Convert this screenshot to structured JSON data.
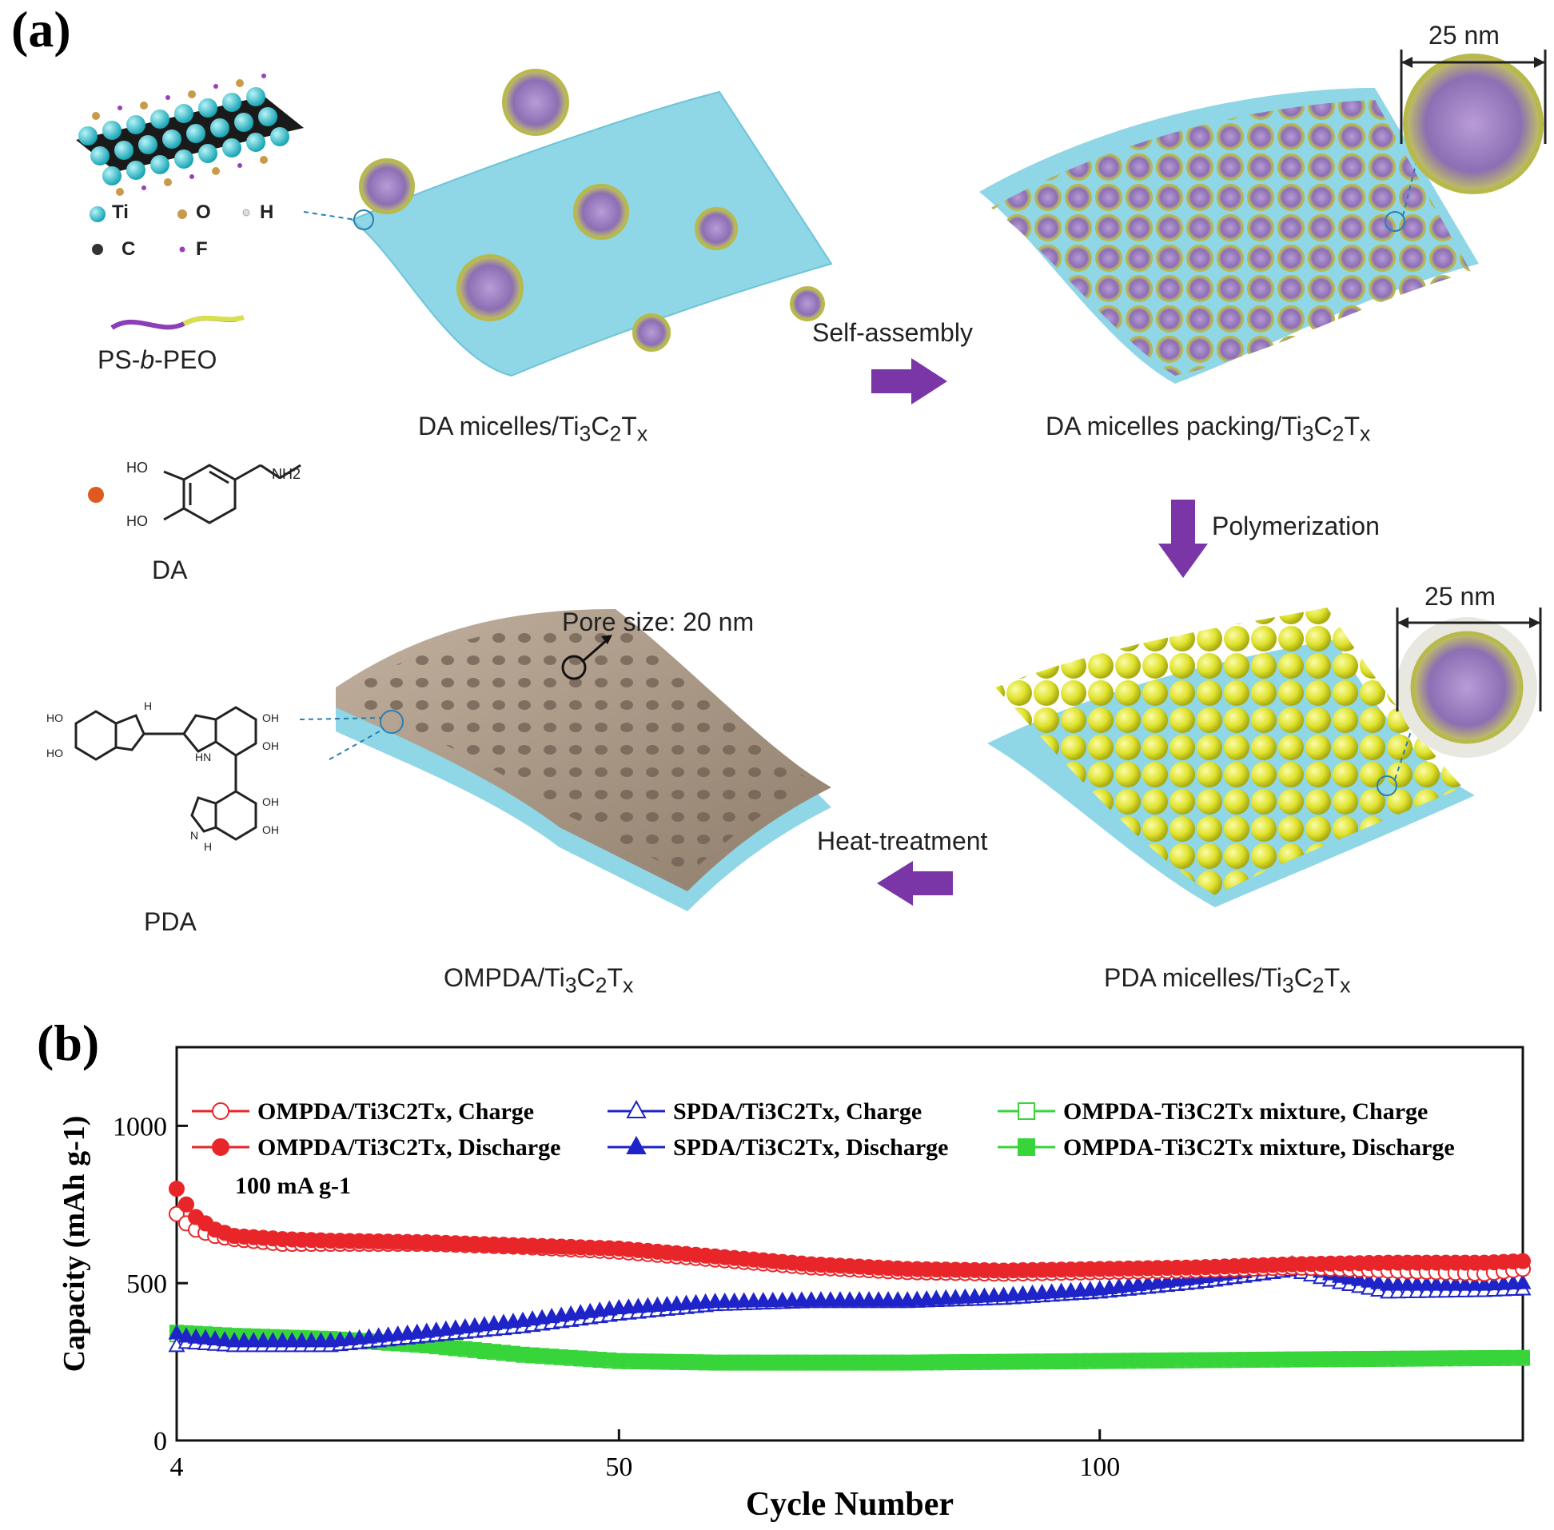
{
  "panel_a": {
    "letter": "(a)",
    "legend": {
      "ti": "Ti",
      "o": "O",
      "h": "H",
      "c": "C",
      "f": "F"
    },
    "polymer": "PS-b-PEO",
    "polymer_parts": {
      "pre": "PS-",
      "mid": "b",
      "post": "-PEO"
    },
    "da": {
      "label": "DA",
      "ho1": "HO",
      "ho2": "HO",
      "nh2": "NH2"
    },
    "pda": {
      "label": "PDA"
    },
    "steps": {
      "self_assembly": "Self-assembly",
      "polymerization": "Polymerization",
      "heat_treatment": "Heat-treatment"
    },
    "scale_top": "25 nm",
    "scale_bottom": "25 nm",
    "pore": "Pore size: 20 nm",
    "captions": {
      "da_micelles": "DA micelles/Ti3C2Tx",
      "da_packing": "DA micelles packing/Ti3C2Tx",
      "pda_micelles": "PDA micelles/Ti3C2Tx",
      "ompda": "OMPDA/Ti3C2Tx"
    },
    "colors": {
      "arrow": "#7a35a6",
      "sheet": "#8fd6e6",
      "micelle": "#9a7fc0",
      "sphere": "#e4e83a",
      "ompda": "#a89584"
    }
  },
  "panel_b": {
    "letter": "(b)"
  },
  "chart_data": {
    "type": "scatter",
    "xlabel": "Cycle Number",
    "ylabel": "Capacity (mAh g-1)",
    "annotation": "100 mA g-1",
    "xlim": [
      4,
      144
    ],
    "ylim": [
      0,
      1250
    ],
    "xticks": [
      4,
      50,
      100
    ],
    "yticks": [
      0,
      500,
      1000
    ],
    "series": [
      {
        "name": "OMPDA/Ti3C2Tx, Charge",
        "color": "#e8262a",
        "marker": "circle-open",
        "x": [
          4,
          5,
          6,
          8,
          10,
          15,
          20,
          30,
          40,
          50,
          60,
          70,
          80,
          90,
          100,
          110,
          120,
          130,
          140,
          144
        ],
        "y": [
          720,
          690,
          670,
          650,
          640,
          625,
          625,
          625,
          615,
          600,
          575,
          550,
          535,
          530,
          535,
          540,
          550,
          540,
          530,
          545
        ]
      },
      {
        "name": "OMPDA/Ti3C2Tx, Discharge",
        "color": "#e8262a",
        "marker": "circle-filled",
        "x": [
          4,
          5,
          6,
          8,
          10,
          15,
          20,
          30,
          40,
          50,
          60,
          70,
          80,
          90,
          100,
          110,
          120,
          130,
          140,
          144
        ],
        "y": [
          800,
          750,
          710,
          670,
          650,
          640,
          635,
          630,
          620,
          610,
          585,
          560,
          545,
          540,
          545,
          550,
          560,
          565,
          565,
          570
        ]
      },
      {
        "name": "SPDA/Ti3C2Tx, Charge",
        "color": "#1e24c8",
        "marker": "triangle-open",
        "x": [
          4,
          5,
          10,
          20,
          30,
          40,
          50,
          60,
          70,
          80,
          90,
          100,
          110,
          115,
          120,
          125,
          130,
          140,
          144
        ],
        "y": [
          300,
          310,
          300,
          300,
          330,
          360,
          400,
          430,
          440,
          440,
          450,
          470,
          500,
          520,
          540,
          500,
          470,
          475,
          480
        ]
      },
      {
        "name": "SPDA/Ti3C2Tx, Discharge",
        "color": "#1e24c8",
        "marker": "triangle-filled",
        "x": [
          4,
          5,
          10,
          20,
          30,
          40,
          50,
          60,
          70,
          80,
          90,
          100,
          110,
          115,
          120,
          125,
          130,
          140,
          144
        ],
        "y": [
          340,
          330,
          315,
          315,
          345,
          380,
          420,
          440,
          445,
          445,
          460,
          480,
          515,
          535,
          560,
          520,
          495,
          495,
          500
        ]
      },
      {
        "name": "OMPDA-Ti3C2Tx mixture, Charge",
        "color": "#37d43a",
        "marker": "square-open",
        "x": [
          4,
          10,
          20,
          30,
          40,
          50,
          60,
          80,
          100,
          120,
          144
        ],
        "y": [
          335,
          330,
          320,
          300,
          270,
          250,
          245,
          245,
          250,
          255,
          260
        ]
      },
      {
        "name": "OMPDA-Ti3C2Tx mixture, Discharge",
        "color": "#37d43a",
        "marker": "square-filled",
        "x": [
          4,
          10,
          20,
          30,
          40,
          50,
          60,
          80,
          100,
          120,
          144
        ],
        "y": [
          345,
          335,
          325,
          305,
          275,
          255,
          250,
          250,
          255,
          260,
          265
        ]
      }
    ]
  }
}
